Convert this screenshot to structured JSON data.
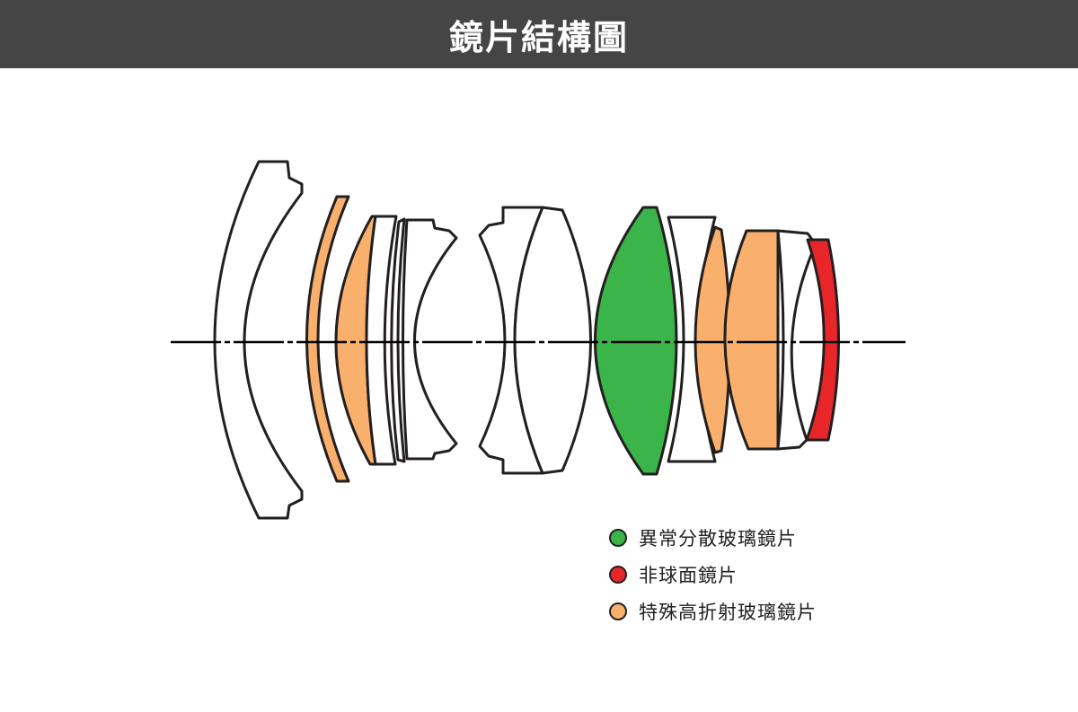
{
  "header": {
    "title": "鏡片結構圖"
  },
  "colors": {
    "header_bg": "#454545",
    "ed_glass": "#3bb44a",
    "aspherical": "#e8262a",
    "high_refraction": "#f9b06c",
    "outline": "#231f20"
  },
  "lens_elements": [
    {
      "id": 1,
      "type": "standard"
    },
    {
      "id": 2,
      "type": "high-refraction"
    },
    {
      "id": 3,
      "type": "high-refraction"
    },
    {
      "id": 4,
      "type": "standard"
    },
    {
      "id": 5,
      "type": "standard"
    },
    {
      "id": 6,
      "type": "standard"
    },
    {
      "id": 7,
      "type": "standard"
    },
    {
      "id": 8,
      "type": "ed"
    },
    {
      "id": 9,
      "type": "standard"
    },
    {
      "id": 10,
      "type": "high-refraction"
    },
    {
      "id": 11,
      "type": "high-refraction"
    },
    {
      "id": 12,
      "type": "standard"
    },
    {
      "id": 13,
      "type": "aspherical"
    }
  ],
  "legend": [
    {
      "key": "ed",
      "label": "異常分散玻璃鏡片",
      "color": "#3bb44a"
    },
    {
      "key": "aspherical",
      "label": "非球面鏡片",
      "color": "#e8262a"
    },
    {
      "key": "high-refraction",
      "label": "特殊高折射玻璃鏡片",
      "color": "#f9b06c"
    }
  ]
}
